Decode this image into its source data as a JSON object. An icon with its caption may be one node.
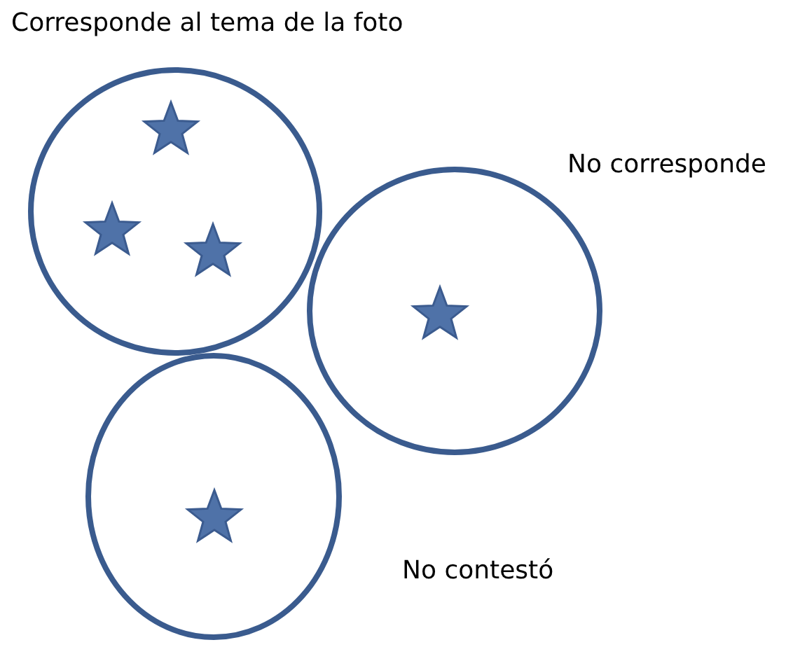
{
  "diagram": {
    "nodes": [
      {
        "text": [
          "Corresponde al tema de la foto"
        ]
      },
      {
        "text": [],
        "shape": "star",
        "in": 0
      },
      {
        "text": [],
        "shape": "star",
        "in": 0
      },
      {
        "text": [],
        "shape": "star",
        "in": 0
      },
      {
        "text": [
          "No corresponde"
        ]
      },
      {
        "text": [],
        "shape": "star",
        "in": 4
      },
      {
        "text": [
          "No contestó"
        ]
      },
      {
        "text": [],
        "shape": "star",
        "in": 6
      }
    ]
  }
}
